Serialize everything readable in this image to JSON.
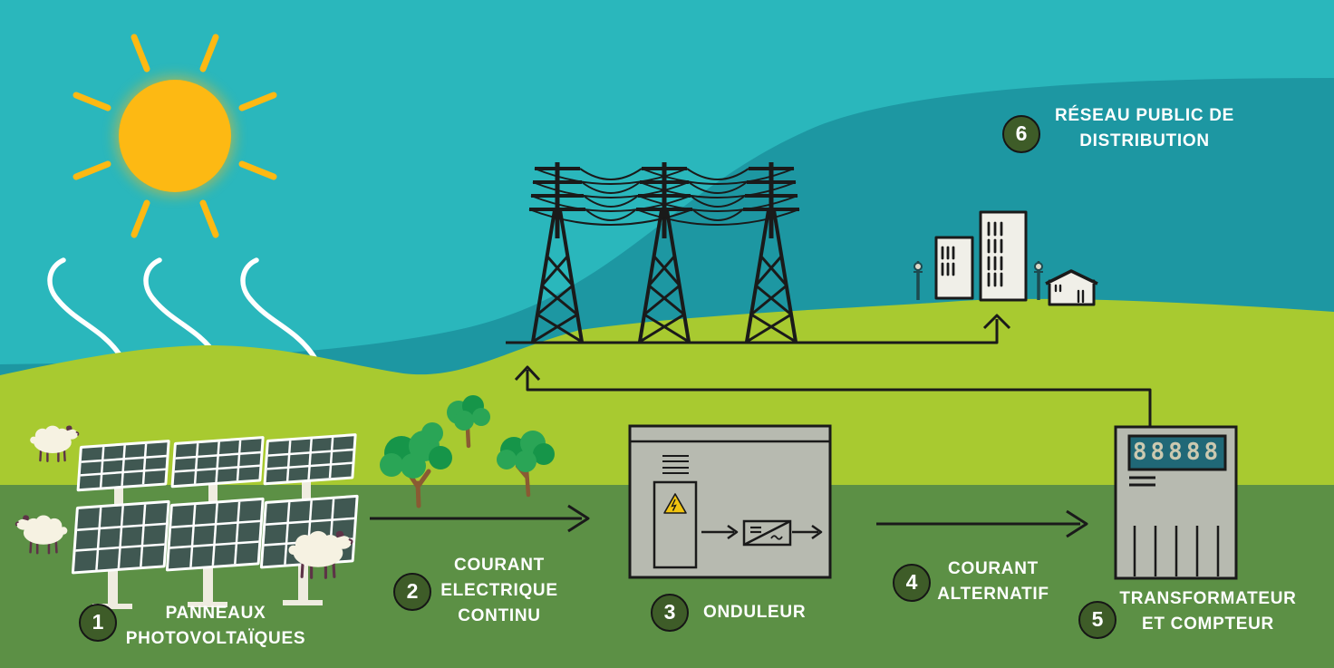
{
  "diagram": {
    "steps": [
      {
        "number": "1",
        "lines": [
          "PANNEAUX",
          "PHOTOVOLTAÏQUES"
        ]
      },
      {
        "number": "2",
        "lines": [
          "COURANT",
          "ELECTRIQUE",
          "CONTINU"
        ]
      },
      {
        "number": "3",
        "lines": [
          "ONDULEUR"
        ]
      },
      {
        "number": "4",
        "lines": [
          "COURANT",
          "ALTERNATIF"
        ]
      },
      {
        "number": "5",
        "lines": [
          "TRANSFORMATEUR",
          "ET COMPTEUR"
        ]
      },
      {
        "number": "6",
        "lines": [
          "RÉSEAU PUBLIC DE",
          "DISTRIBUTION"
        ]
      }
    ],
    "meter_display": "88888",
    "colors": {
      "sky": "#2ab7bc",
      "sky_dark_swath": "#1d97a2",
      "hill_light_green": "#a8ca30",
      "foreground_green": "#5c9045",
      "sun": "#fdb913",
      "outline_black": "#1a1a1a",
      "badge_fill": "#3e5c28",
      "cabinet_gray": "#b7bab0",
      "meter_screen_teal": "#206877",
      "meter_digits": "#cbc9b0",
      "panel_cell": "#405852",
      "tree_green_light": "#2aa556",
      "tree_green_dark": "#169549",
      "tree_trunk": "#8a5a33",
      "sheep_body": "#f6f2e2",
      "sheep_legs": "#5d3347",
      "building_fill": "#f0efe8",
      "label_text": "#ffffff"
    },
    "icons": {
      "sun-icon": "circle-with-rays",
      "sunlight-arrow-icon": "white-curved-arrow",
      "solar-panel-icon": "tilted-grid-panel",
      "sheep-icon": "sheep-silhouette",
      "tree-icon": "cluster-foliage-tree",
      "power-pylon-icon": "lattice-transmission-tower",
      "power-line-icon": "sagging-catenary-wires",
      "building-icon": "rect-building-with-windows",
      "house-icon": "gabled-house",
      "street-lamp-icon": "lamp-post",
      "inverter-icon": "cabinet-with-dc-ac-converter",
      "warning-icon": "yellow-triangle-lightning",
      "meter-icon": "cabinet-with-digital-display",
      "flow-arrow-icon": "black-chevron-arrow"
    }
  }
}
